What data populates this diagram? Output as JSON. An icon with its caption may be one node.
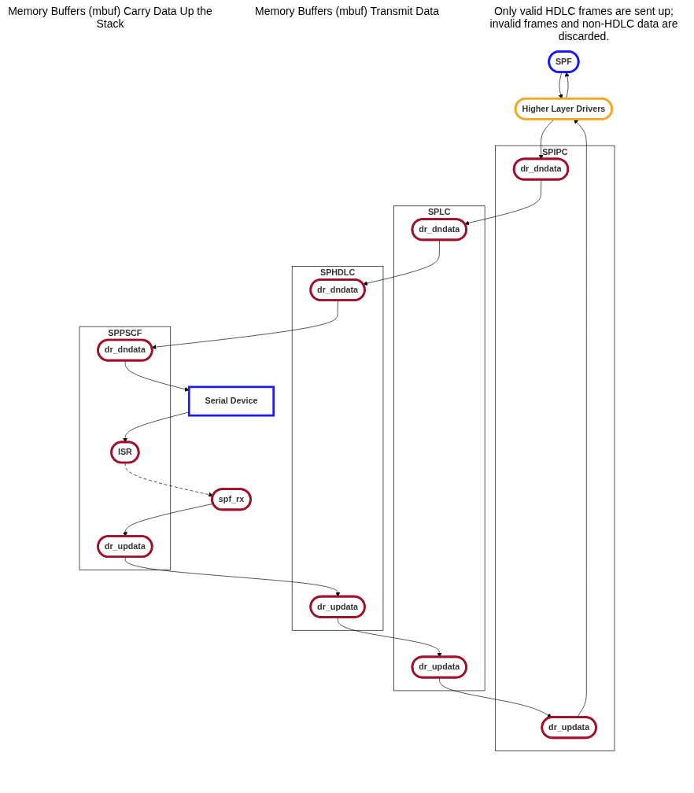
{
  "diagram": {
    "nodes": [
      {
        "text": [
          "SPF"
        ]
      },
      {
        "text": [
          "Higher Layer Drivers"
        ]
      },
      {
        "text": [
          "SPIPC"
        ]
      },
      {
        "text": [
          "dr_updata"
        ],
        "in": 2
      },
      {
        "text": [
          "dr_dndata"
        ],
        "in": 2
      },
      {
        "text": [
          "SPLC"
        ]
      },
      {
        "text": [
          "dr_updata"
        ],
        "in": 5
      },
      {
        "text": [
          "dr_dndata"
        ],
        "in": 5
      },
      {
        "text": [
          "SPHDLC"
        ]
      },
      {
        "text": [
          "dr_updata"
        ],
        "in": 8
      },
      {
        "text": [
          "dr_dndata"
        ],
        "in": 8
      },
      {
        "text": [
          "spf_rx"
        ]
      },
      {
        "text": [
          "SPPSCF"
        ]
      },
      {
        "text": [
          "ISR"
        ],
        "in": 12
      },
      {
        "text": [
          "dr_updata"
        ],
        "in": 12
      },
      {
        "text": [
          "dr_dndata"
        ],
        "in": 12
      },
      {
        "text": [
          "Serial Device"
        ]
      }
    ],
    "edges": [
      {
        "from": 1,
        "to": 0,
        "arrow": "to"
      },
      {
        "from": 0,
        "to": 1,
        "arrow": "to"
      },
      {
        "from": 3,
        "to": 1,
        "arrow": "to"
      },
      {
        "from": 1,
        "to": 4,
        "arrow": "to"
      },
      {
        "from": 6,
        "to": 3,
        "arrow": "to"
      },
      {
        "from": 4,
        "to": 7,
        "arrow": "to"
      },
      {
        "from": 9,
        "to": 6,
        "arrow": "to"
      },
      {
        "from": 7,
        "to": 10,
        "arrow": "to"
      },
      {
        "from": 14,
        "to": 9,
        "arrow": "to"
      },
      {
        "from": 10,
        "to": 15,
        "arrow": "to"
      },
      {
        "from": 11,
        "to": 14,
        "arrow": "to"
      },
      {
        "from": 13,
        "to": 11,
        "arrow": "to",
        "style": "dashed"
      },
      {
        "from": 16,
        "to": 13,
        "arrow": "to"
      },
      {
        "from": 15,
        "to": 16,
        "arrow": "to"
      }
    ],
    "labels": [
      "Memory Buffers (mbuf) Carry Data Up the Stack",
      "Memory Buffers (mbuf) Transmit Data",
      "Only valid HDLC frames are sent up; invalid frames and non-HDLC data are discarded."
    ]
  }
}
